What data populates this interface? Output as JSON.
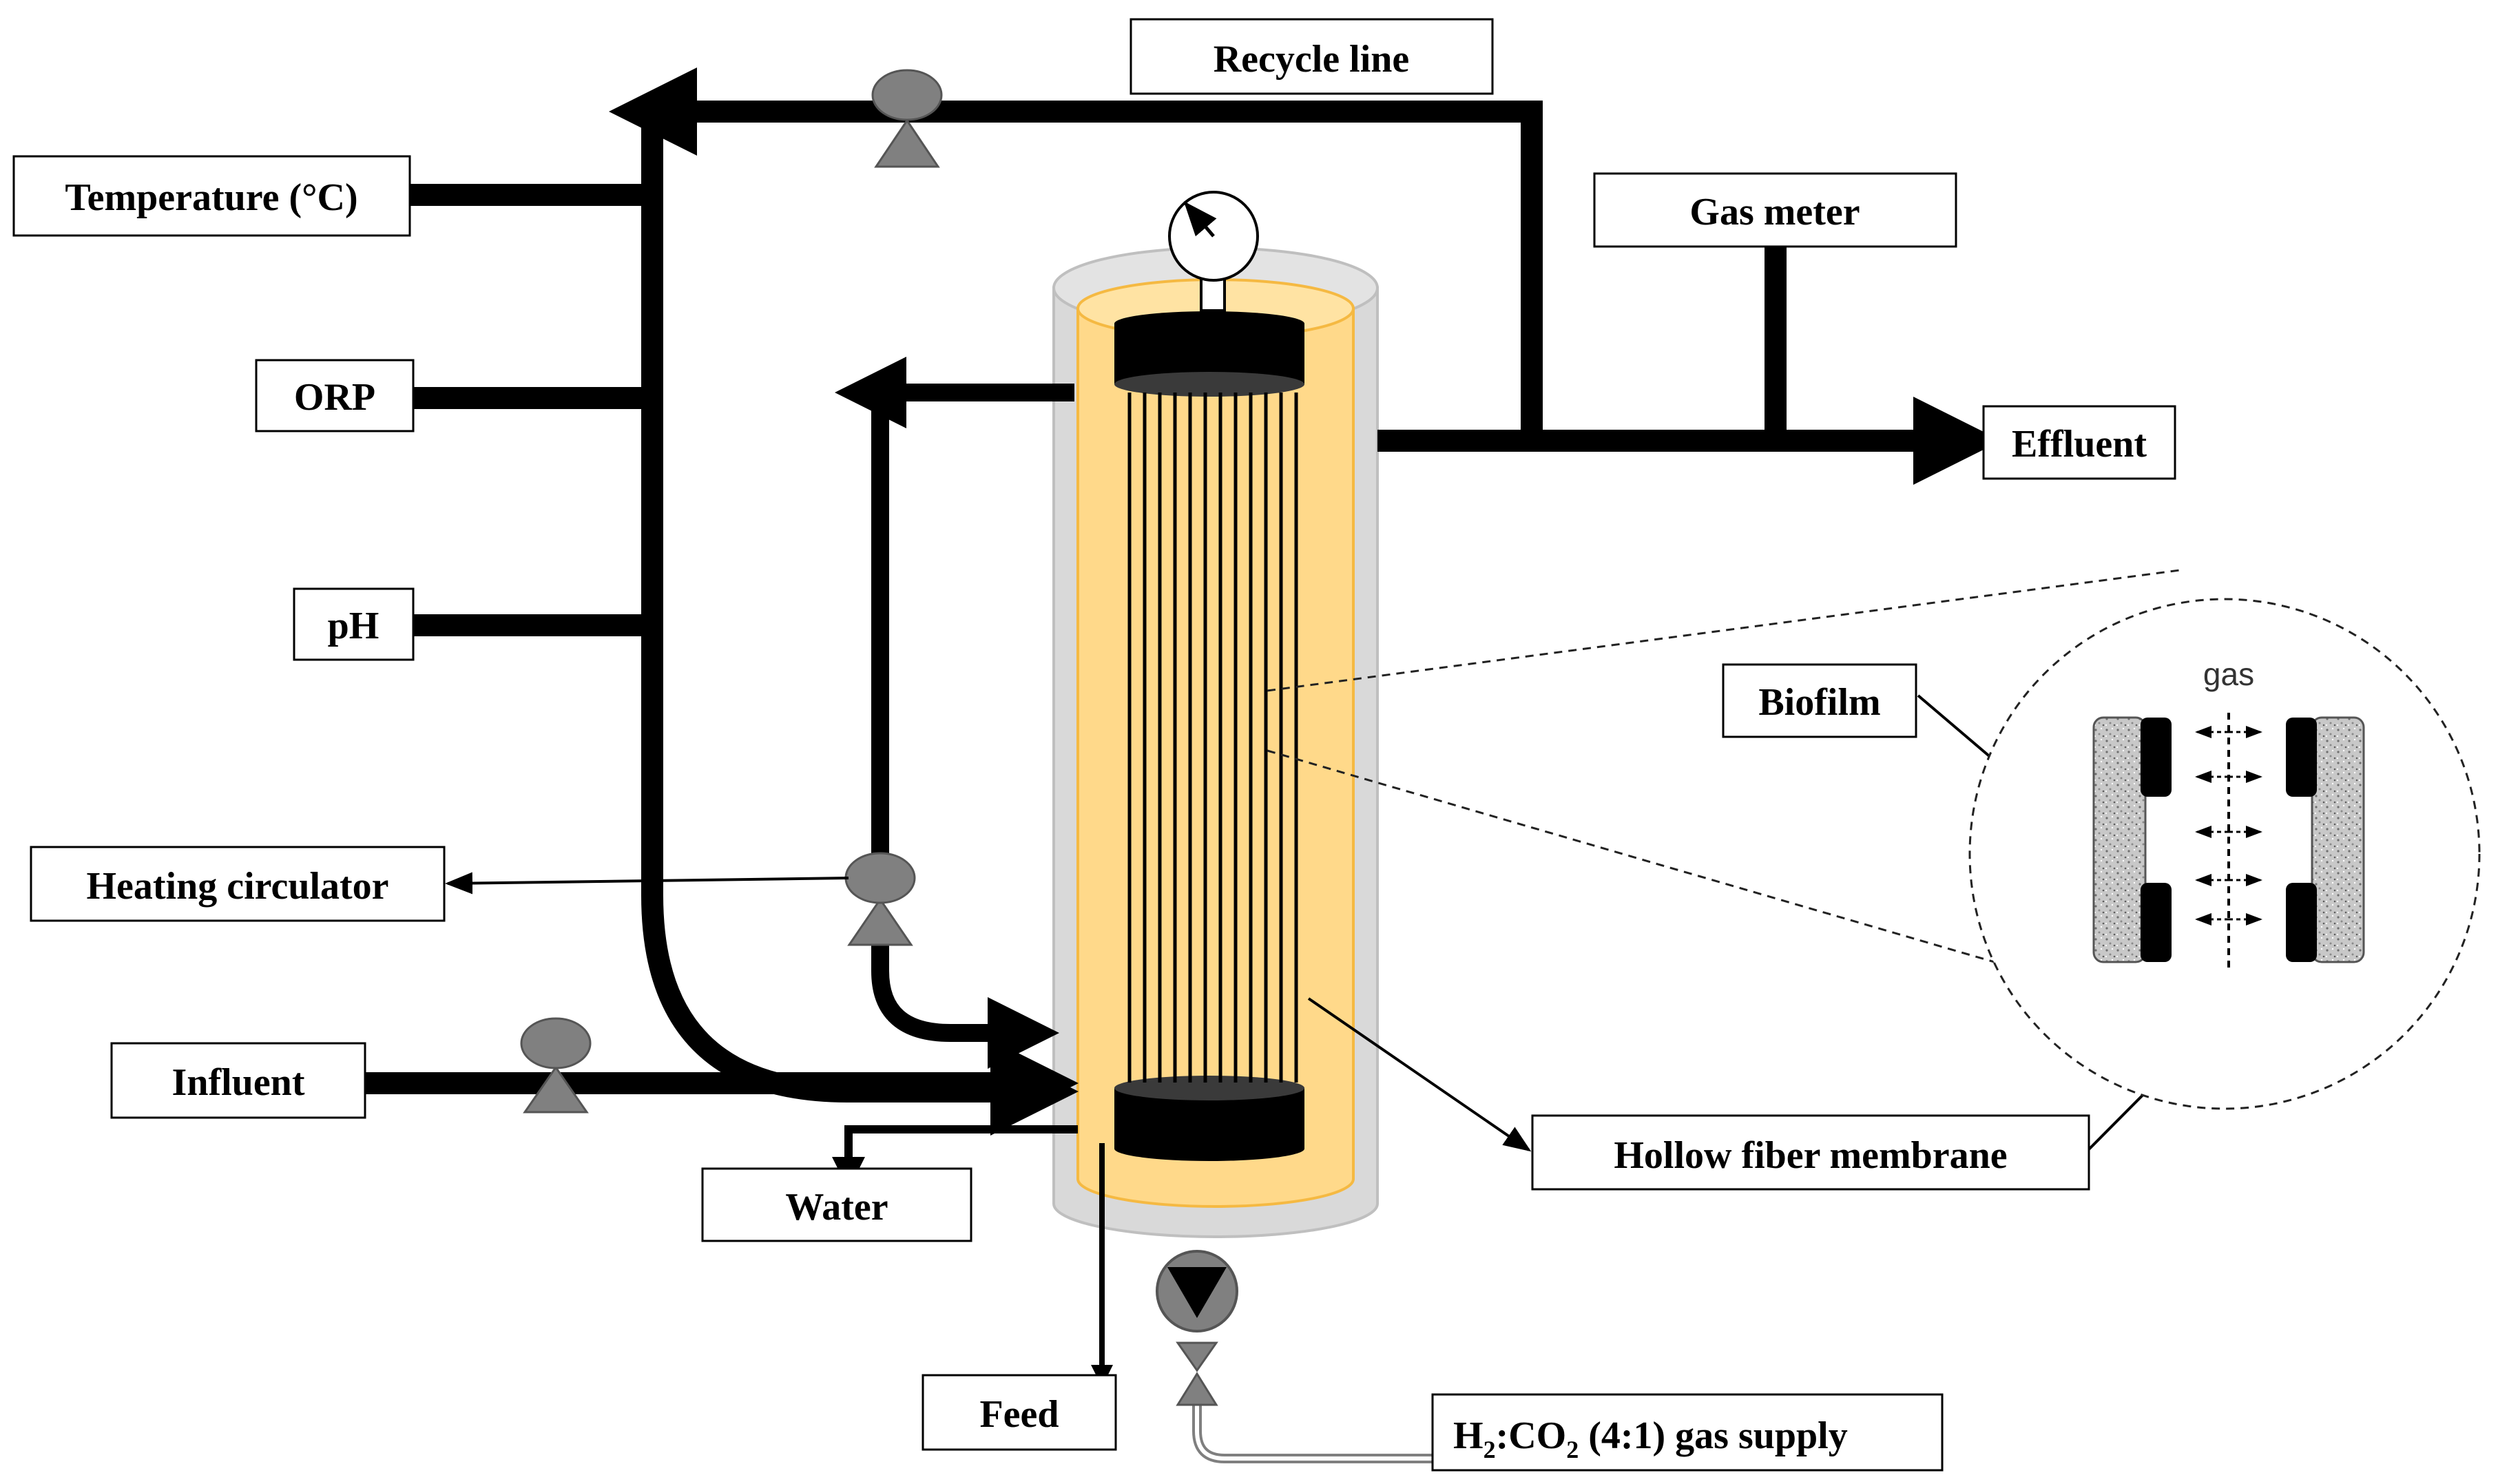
{
  "labels": {
    "recycle_line": "Recycle line",
    "gas_meter": "Gas meter",
    "temperature": "Temperature (°C)",
    "orp": "ORP",
    "ph": "pH",
    "effluent": "Effluent",
    "biofilm": "Biofilm",
    "gas": "gas",
    "heating_circulator": "Heating circulator",
    "influent": "Influent",
    "hollow_fiber_membrane": "Hollow fiber membrane",
    "water": "Water",
    "feed": "Feed",
    "gas_supply": {
      "h": "H",
      "h_sub": "2",
      "co": ":CO",
      "co_sub": "2",
      "rest": " (4:1) gas supply"
    }
  },
  "colors": {
    "jacket": "#d9d9d9",
    "jacket_stroke": "#bfbfbf",
    "inner_vessel": "#ffd98a",
    "inner_vessel_stroke": "#f5b942",
    "pipe": "#000000",
    "pump": "#808080",
    "membrane_pore": "#bdbdbd",
    "supply_line": "#7f7f7f"
  },
  "icons": {
    "pump": "diaphragm-pump-icon",
    "gauge": "pressure-gauge-icon",
    "check_valve": "check-valve-icon",
    "needle_valve": "needle-valve-icon"
  }
}
